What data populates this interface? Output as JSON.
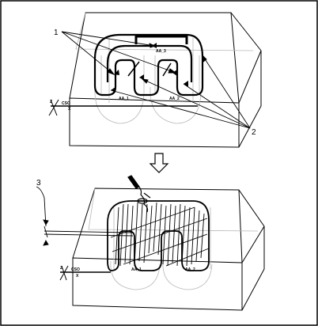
{
  "figure": {
    "frame_color": "#000000",
    "line_color": "#000000",
    "ghost_color": "#b8b8b8",
    "flow_arrow": "down-arrow",
    "top_panel": {
      "callouts": [
        "1",
        "2"
      ],
      "csys_label": "CSO",
      "axis_labels": [
        "Z",
        "X"
      ],
      "point_labels": [
        "AA_3",
        "AA_1",
        "AA_2"
      ]
    },
    "bottom_panel": {
      "callouts": [
        "3"
      ],
      "csys_label": "CSO",
      "axis_labels": [
        "Z",
        "X"
      ],
      "point_labels": [
        "AA_1",
        "AA_2"
      ]
    }
  }
}
